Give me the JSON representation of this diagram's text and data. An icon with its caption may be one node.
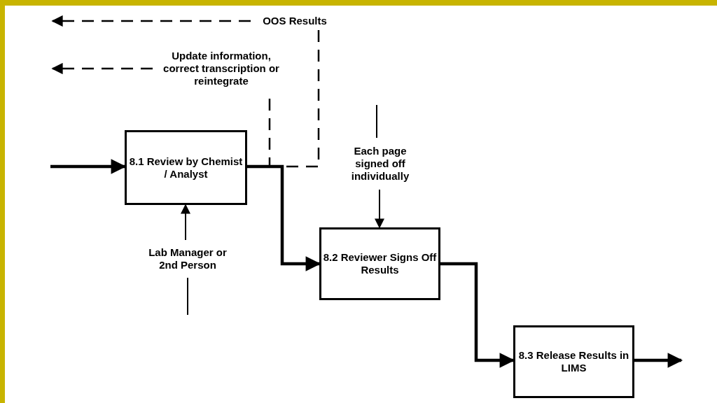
{
  "diagram": {
    "nodes": [
      {
        "text": [
          "8.1 Review by Chemist / Analyst"
        ]
      },
      {
        "text": [
          "8.2 Reviewer Signs Off Results"
        ]
      },
      {
        "text": [
          "8.3 Release Results in LIMS"
        ]
      },
      {
        "text": [
          "OOS Results"
        ]
      },
      {
        "text": [
          "Update information, correct transcription or reintegrate"
        ]
      },
      {
        "text": [
          "Lab Manager or 2nd Person"
        ]
      },
      {
        "text": [
          "Each page signed off individually"
        ]
      }
    ],
    "edges": [
      {
        "from": null,
        "to": 0,
        "arrow": "to",
        "style": "thick"
      },
      {
        "from": 0,
        "to": 1,
        "arrow": "to",
        "style": "thick"
      },
      {
        "from": 1,
        "to": 2,
        "arrow": "to",
        "style": "thick"
      },
      {
        "from": 2,
        "to": null,
        "arrow": "to",
        "style": "thick"
      },
      {
        "from": 0,
        "to": 3,
        "arrow": "none",
        "style": "dashed"
      },
      {
        "from": 3,
        "to": null,
        "arrow": "to",
        "style": "dashed"
      },
      {
        "from": 0,
        "to": 4,
        "arrow": "none",
        "style": "dashed"
      },
      {
        "from": 4,
        "to": null,
        "arrow": "to",
        "style": "dashed"
      },
      {
        "from": null,
        "to": 5,
        "arrow": "none"
      },
      {
        "from": 5,
        "to": 0,
        "arrow": "to"
      },
      {
        "from": null,
        "to": 6,
        "arrow": "none"
      },
      {
        "from": 6,
        "to": 1,
        "arrow": "to"
      }
    ]
  }
}
